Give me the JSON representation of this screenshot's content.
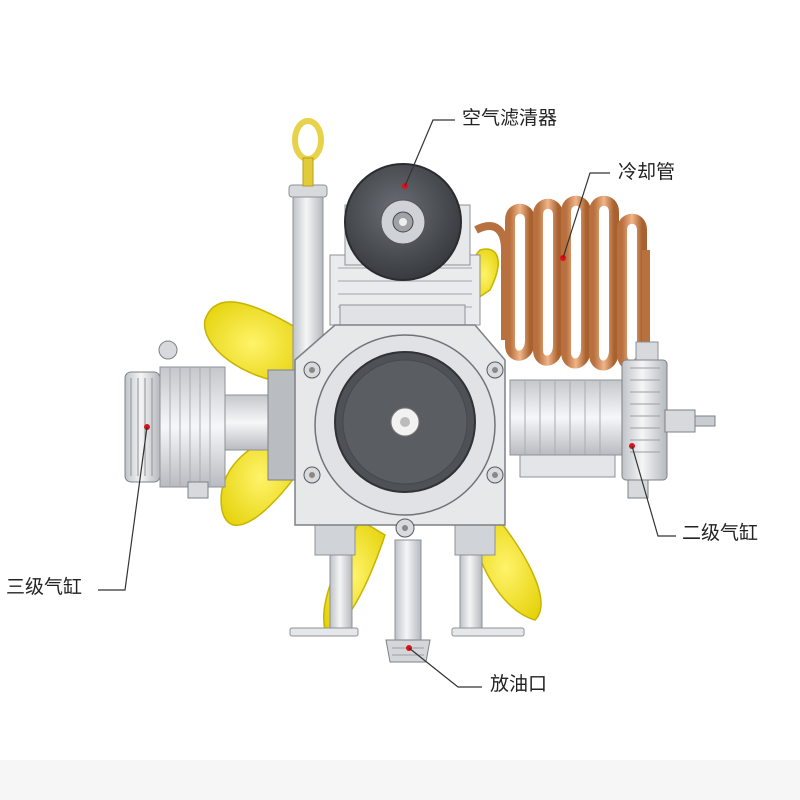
{
  "labels": {
    "air_filter": "空气滤清器",
    "cooling_pipe": "冷却管",
    "stage_two_cylinder": "二级气缸",
    "stage_three_cylinder": "三级气缸",
    "drain_port": "放油口"
  },
  "colors": {
    "background": "#ffffff",
    "fan_blade": "#f2e21a",
    "copper": "#d08a55",
    "metal_light": "#eceef0",
    "metal_mid": "#c9ccd0",
    "dark_disc": "#4a4d52",
    "lifting_eye": "#e8d24a",
    "marker": "#e0101a",
    "leader": "#333333"
  }
}
